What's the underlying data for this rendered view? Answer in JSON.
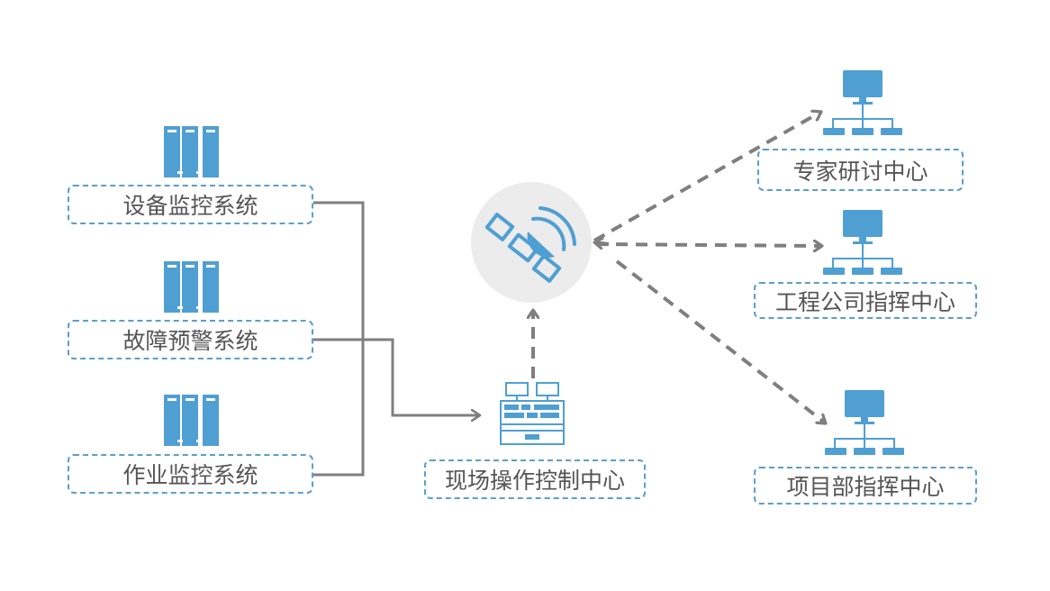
{
  "systems": [
    {
      "label": "设备监控系统",
      "icon": "server-rack-icon"
    },
    {
      "label": "故障预警系统",
      "icon": "server-rack-icon"
    },
    {
      "label": "作业监控系统",
      "icon": "server-rack-icon"
    }
  ],
  "site_center": {
    "label": "现场操作控制中心",
    "icon": "control-console-icon"
  },
  "satellite": {
    "icon": "satellite-icon"
  },
  "centers": [
    {
      "label": "专家研讨中心",
      "icon": "network-terminal-icon"
    },
    {
      "label": "工程公司指挥中心",
      "icon": "network-terminal-icon"
    },
    {
      "label": "项目部指挥中心",
      "icon": "network-terminal-icon"
    }
  ],
  "colors": {
    "accent": "#4f9fd2",
    "border": "#5a9fcb",
    "connector": "#7f7f7f",
    "text": "#555555",
    "satellite_bg": "#ececec"
  }
}
